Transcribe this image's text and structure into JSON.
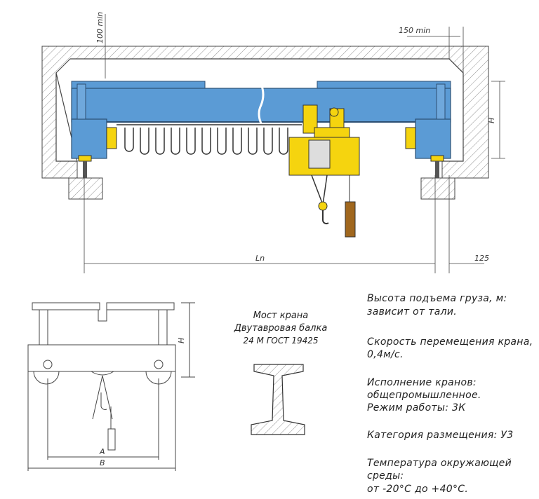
{
  "dims": {
    "clearance_top": "100 min",
    "side_gap": "150 min",
    "height": "H",
    "span": "Ln",
    "end_gap": "125",
    "height_side": "H",
    "a": "A",
    "b": "B"
  },
  "caption": {
    "line1": "Мост крана",
    "line2": "Двутавровая балка",
    "line3": "24 М ГОСТ 19425"
  },
  "specs": {
    "lift_label": "Высота подъема груза, м:",
    "lift_value": "зависит от тали.",
    "speed_label": "Скорость перемещения крана,",
    "speed_value": "0,4м/с.",
    "exec_label": "Исполнение кранов:",
    "exec_value": "общепромышленное.",
    "mode": "Режим работы: 3К",
    "category": "Категория размещения: У3",
    "temp_label": "Температура окружающей",
    "temp_label2": "среды:",
    "temp_value": "от -20°С до +40°С."
  },
  "colors": {
    "beam_blue": "#5b9bd5",
    "hoist_yellow": "#f5d40f",
    "line": "#333333"
  }
}
